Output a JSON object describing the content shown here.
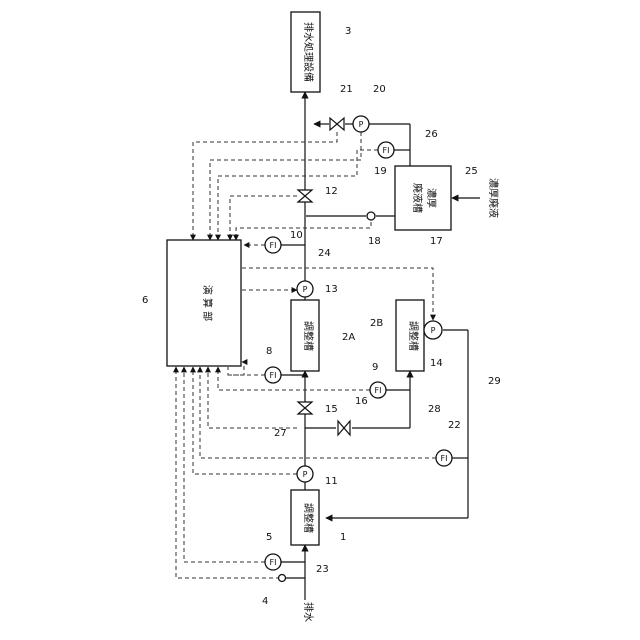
{
  "labels": {
    "drainage_water": "排水",
    "facility": "排水処理設備",
    "calc_unit": "演 算 部",
    "adjust_tank": "調整槽",
    "conc_tank_line1": "濃厚",
    "conc_tank_line2": "廃液槽",
    "conc_waste": "濃厚廃液",
    "pump": "P",
    "flow_meter": "FI"
  },
  "refs": {
    "r1": "1",
    "r2a": "2A",
    "r2b": "2B",
    "r3": "3",
    "r4": "4",
    "r5": "5",
    "r6": "6",
    "r8": "8",
    "r9": "9",
    "r10": "10",
    "r11": "11",
    "r12": "12",
    "r13": "13",
    "r14": "14",
    "r15": "15",
    "r16": "16",
    "r17": "17",
    "r18": "18",
    "r19": "19",
    "r20": "20",
    "r21": "21",
    "r22": "22",
    "r23": "23",
    "r24": "24",
    "r25": "25",
    "r26": "26",
    "r27": "27",
    "r28": "28",
    "r29": "29"
  }
}
